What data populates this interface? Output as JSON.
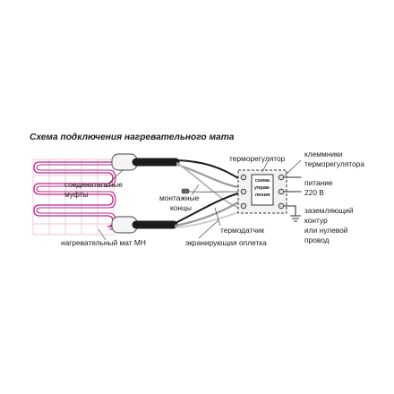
{
  "title": "Схема подключения нагревательного мата",
  "labels": {
    "thermoregulator": "терморегулятор",
    "terminals_1": "клеммники",
    "terminals_2": "терморегулятора",
    "power_1": "питание",
    "power_2": "220 В",
    "ground_1": "заземляющий",
    "ground_2": "контур",
    "ground_3": "или нулевой",
    "ground_4": "провод",
    "couplings_1": "соединительные",
    "couplings_2": "муфты",
    "mounting_1": "монтажные",
    "mounting_2": "концы",
    "sensor": "термодатчик",
    "mat": "нагревательный мат МН",
    "braid": "экранирующая оплетка",
    "box_1": "схема",
    "box_2": "управ-",
    "box_3": "ления"
  },
  "colors": {
    "mat_wire": "#c2248a",
    "grid": "#e9a9cc",
    "cable": "#1c1c1c",
    "wire_gray": "#9a9a9a"
  }
}
